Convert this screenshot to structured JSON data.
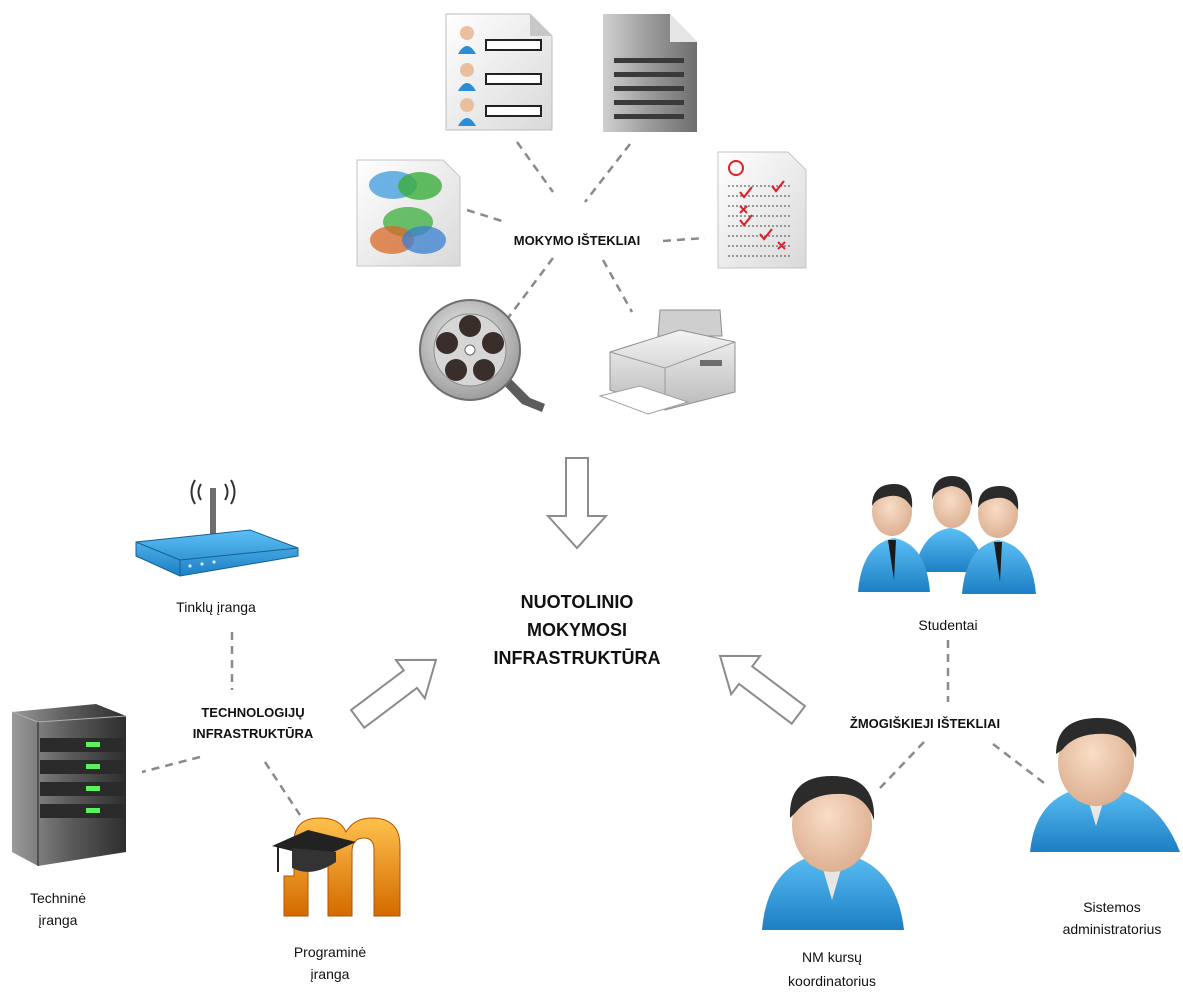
{
  "center": {
    "lines": [
      "NUOTOLINIO",
      "MOKYMOSI",
      "INFRASTRUKTŪRA"
    ]
  },
  "hubs": {
    "resources": "MOKYMO IŠTEKLIAI",
    "technology": [
      "TECHNOLOGIJŲ",
      "INFRASTRUKTŪRA"
    ],
    "human": "ŽMOGIŠKIEJI IŠTEKLIAI"
  },
  "captions": {
    "network": "Tinklų įranga",
    "hardware": [
      "Techninė",
      "įranga"
    ],
    "software": [
      "Programinė",
      "įranga"
    ],
    "students": "Studentai",
    "coordinator": [
      "NM kursų",
      "koordinatorius"
    ],
    "admin": [
      "Sistemos",
      "administratorius"
    ]
  },
  "icons": [
    "student-list-document-icon",
    "text-document-icon",
    "diagram-document-icon",
    "test-sheet-icon",
    "film-reel-icon",
    "printer-icon",
    "wifi-router-icon",
    "server-tower-icon",
    "moodle-logo-icon",
    "students-group-icon",
    "coordinator-person-icon",
    "administrator-person-icon"
  ],
  "colors": {
    "accent_blue": "#2a8ed6",
    "connector_gray": "#8a8a8a",
    "moodle_orange": "#f29a1a"
  }
}
